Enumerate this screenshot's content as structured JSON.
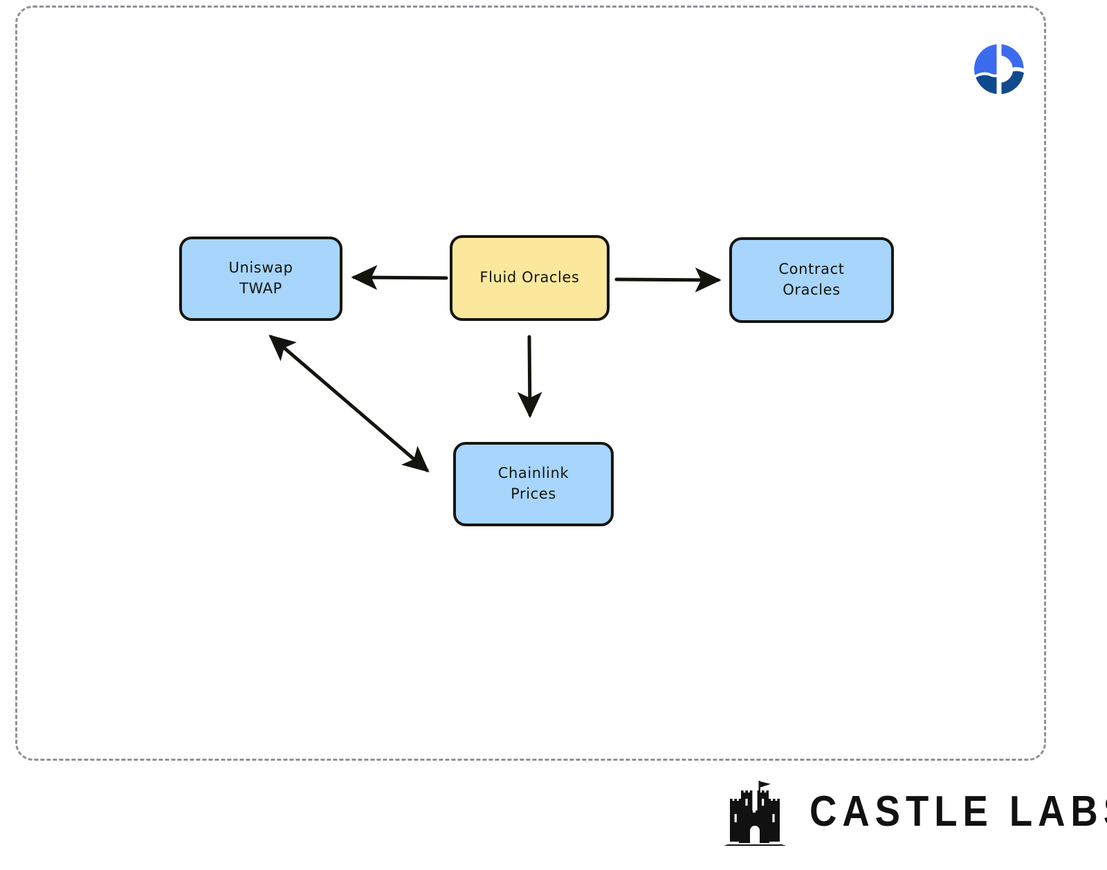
{
  "canvas": {
    "background_color": "#ffffff",
    "frame_border_color": "#8b9299",
    "frame_border_style": "dashed"
  },
  "brand": {
    "mark_name": "fluid-logo-mark",
    "mark_color_light": "#3d6bef",
    "mark_color_dark": "#11498e"
  },
  "diagram": {
    "type": "flowchart",
    "style": "hand-drawn",
    "nodes": [
      {
        "id": "uniswap-twap",
        "label": "Uniswap\nTWAP",
        "fill": "#a7d5fc",
        "stroke": "#16160f"
      },
      {
        "id": "fluid-oracles",
        "label": "Fluid Oracles",
        "fill": "#fbe89c",
        "stroke": "#16160f"
      },
      {
        "id": "contract-oracles",
        "label": "Contract\nOracles",
        "fill": "#a7d5fc",
        "stroke": "#16160f"
      },
      {
        "id": "chainlink-prices",
        "label": "Chainlink\nPrices",
        "fill": "#a7d5fc",
        "stroke": "#16160f"
      }
    ],
    "edges": [
      {
        "id": "fluid-to-uniswap",
        "from": "fluid-oracles",
        "to": "uniswap-twap",
        "direction": "single",
        "color": "#14140e"
      },
      {
        "id": "fluid-to-contract",
        "from": "fluid-oracles",
        "to": "contract-oracles",
        "direction": "single",
        "color": "#14140e"
      },
      {
        "id": "fluid-to-chainlink",
        "from": "fluid-oracles",
        "to": "chainlink-prices",
        "direction": "single",
        "color": "#14140e"
      },
      {
        "id": "uniswap-chainlink",
        "from": "uniswap-twap",
        "to": "chainlink-prices",
        "direction": "double",
        "color": "#14140e"
      }
    ]
  },
  "footer": {
    "icon_name": "castle-icon",
    "wordmark": "CASTLE LABS",
    "color": "#111111"
  }
}
